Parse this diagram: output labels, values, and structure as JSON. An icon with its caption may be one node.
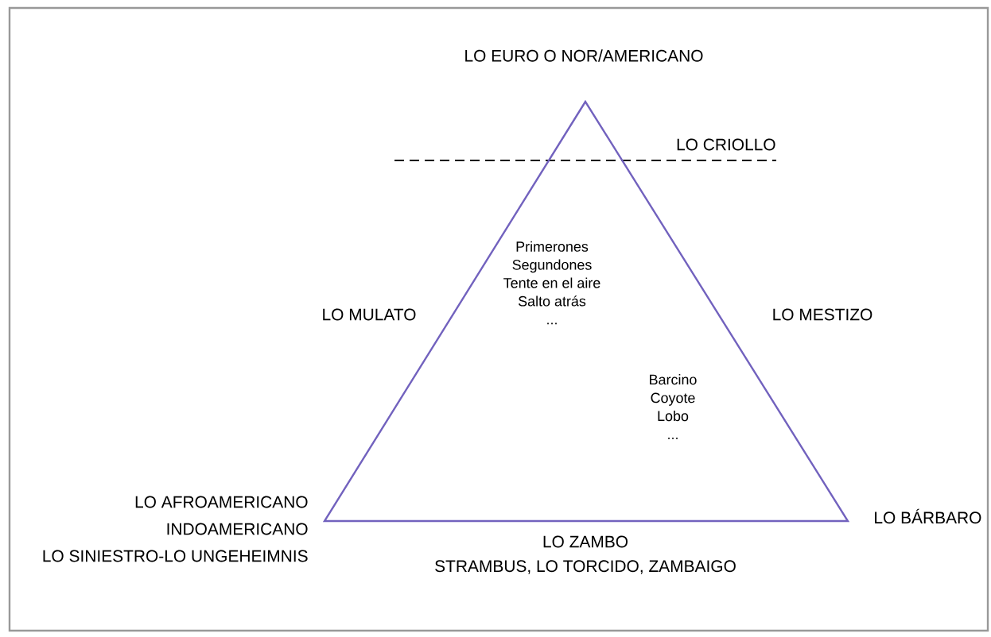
{
  "diagram": {
    "nodes": [
      {
        "text": [
          "Primerones",
          "Segundones",
          "Tente en el aire",
          "Salto atrás",
          "...",
          "Barcino",
          "Coyote",
          "Lobo",
          "..."
        ]
      }
    ],
    "labels": [
      "LO EURO O NOR/AMERICANO",
      "LO CRIOLLO",
      "LO MULATO",
      "LO MESTIZO",
      "LO AFROAMERICANO",
      "INDOAMERICANO",
      "LO SINIESTRO-LO UNGEHEIMNIS",
      "LO BÁRBARO",
      "LO ZAMBO",
      "STRAMBUS, LO TORCIDO, ZAMBAIGO"
    ]
  }
}
